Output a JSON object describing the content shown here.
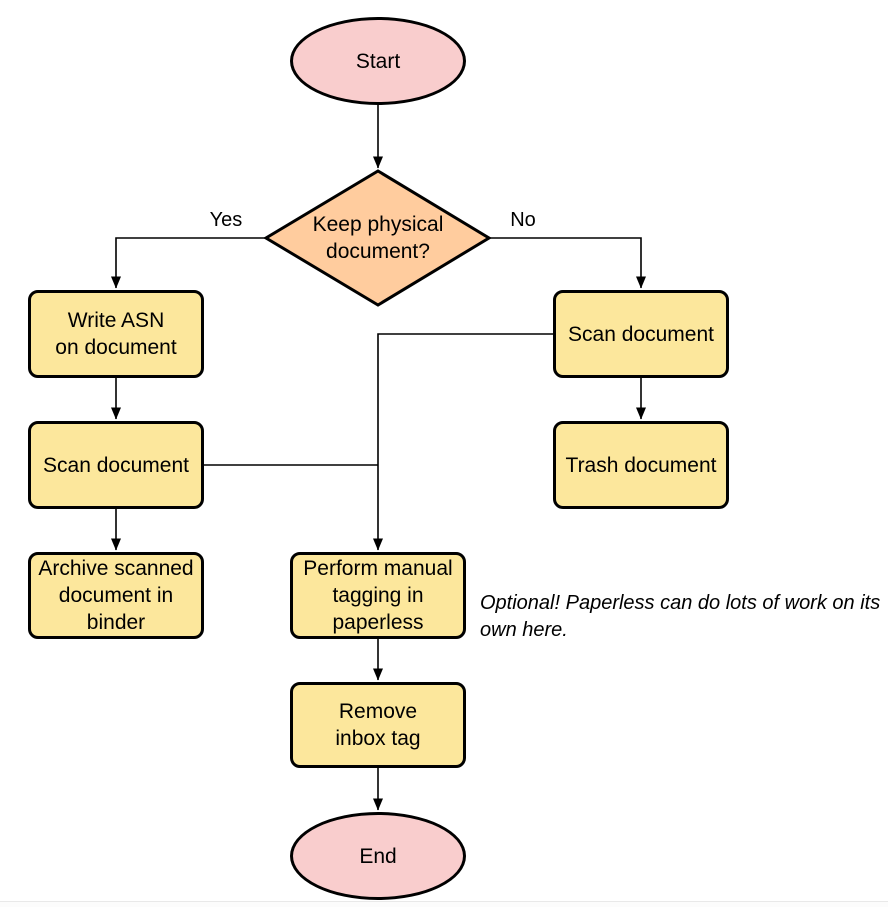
{
  "diagram": {
    "type": "flowchart",
    "colors": {
      "terminal_fill": "#F9CDCD",
      "decision_fill": "#FFCC9E",
      "process_fill": "#FCE79C",
      "stroke": "#000000",
      "background": "#FFFFFF"
    },
    "nodes": {
      "start": {
        "shape": "terminal",
        "label": "Start"
      },
      "decision": {
        "shape": "decision",
        "lines": [
          "Keep physical",
          "document?"
        ]
      },
      "write_asn": {
        "shape": "process",
        "lines": [
          "Write ASN",
          "on document"
        ]
      },
      "scan_left": {
        "shape": "process",
        "label": "Scan document"
      },
      "archive": {
        "shape": "process",
        "lines": [
          "Archive scanned",
          "document in",
          "binder"
        ]
      },
      "scan_right": {
        "shape": "process",
        "label": "Scan document"
      },
      "trash": {
        "shape": "process",
        "label": "Trash document"
      },
      "tagging": {
        "shape": "process",
        "lines": [
          "Perform manual",
          "tagging in",
          "paperless"
        ]
      },
      "remove_inbox": {
        "shape": "process",
        "lines": [
          "Remove",
          "inbox tag"
        ]
      },
      "end": {
        "shape": "terminal",
        "label": "End"
      }
    },
    "edge_labels": {
      "yes": "Yes",
      "no": "No"
    },
    "note": {
      "lines": [
        "Optional! Paperless can do lots of work on",
        "its own here."
      ]
    }
  }
}
